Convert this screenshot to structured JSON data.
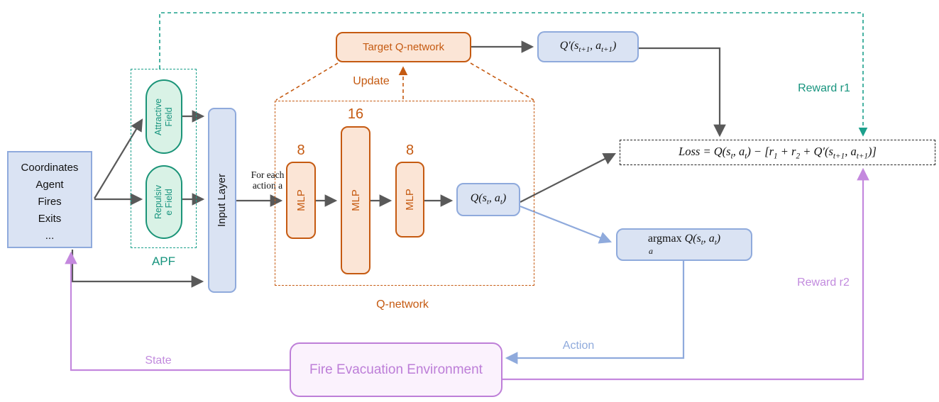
{
  "palette": {
    "blue_border": "#8FAADC",
    "blue_fill": "#DAE3F3",
    "orange": "#C55A11",
    "orange_fill": "#FBE5D6",
    "teal": "#17947E",
    "teal_dash": "#1CA08C",
    "green_fill": "#D9F2E6",
    "purple_border": "#BE7FD8",
    "purple_fill": "#FBF2FD",
    "purple_label": "#C28BDE",
    "gray_arrow": "#595959"
  },
  "state_box": {
    "lines": [
      "Coordinates",
      "Agent",
      "Fires",
      "Exits",
      "..."
    ]
  },
  "apf": {
    "label": "APF",
    "attractive": {
      "line1": "Attractive",
      "line2": "Field"
    },
    "repulsive": {
      "line1": "Repulsiv",
      "line2": "e Field"
    }
  },
  "input_layer": {
    "label": "Input Layer"
  },
  "for_each": {
    "line1": "For each",
    "line2": "action a"
  },
  "qnetwork": {
    "label": "Q-network",
    "mlp1": {
      "size": "8",
      "label": "MLP"
    },
    "mlp2": {
      "size": "16",
      "label": "MLP"
    },
    "mlp3": {
      "size": "8",
      "label": "MLP"
    }
  },
  "target": {
    "label": "Target Q-network"
  },
  "update": {
    "label": "Update"
  },
  "q_box": {
    "p1": "Q(s",
    "s1": "t",
    "p2": ", a",
    "s2": "t",
    "p3": ")"
  },
  "qprime_box": {
    "p1": "Q′(s",
    "s1": "t+1",
    "p2": ", a",
    "s2": "t+1",
    "p3": ")"
  },
  "loss_box": {
    "p1": "Loss =  Q(s",
    "s1": "t",
    "p2": ", a",
    "s2": "t",
    "p3": ") − [r",
    "s3": "1",
    "p4": " + r",
    "s4": "2",
    "p5": " + Q′(s",
    "s5": "t+1",
    "p6": ", a",
    "s6": "t+1",
    "p7": ")]"
  },
  "argmax_box": {
    "op": "argmax",
    "sub": "a",
    "p1": " Q(s",
    "s1": "t",
    "p2": ", a",
    "s2": "t",
    "p3": ")"
  },
  "environment": {
    "label": "Fire Evacuation Environment"
  },
  "edges": {
    "state": "State",
    "action": "Action",
    "reward1": "Reward r1",
    "reward2": "Reward r2"
  }
}
